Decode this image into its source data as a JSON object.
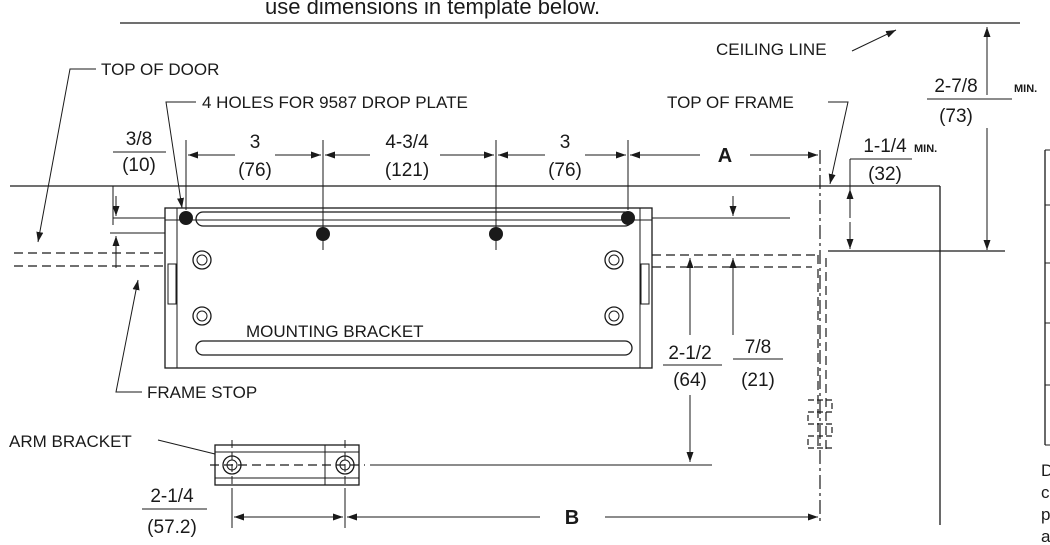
{
  "header_text": "use dimensions in template below.",
  "labels": {
    "ceiling_line": "CEILING LINE",
    "top_of_door": "TOP OF DOOR",
    "holes": "4 HOLES FOR 9587 DROP PLATE",
    "top_of_frame": "TOP OF FRAME",
    "mounting_bracket": "MOUNTING BRACKET",
    "frame_stop": "FRAME STOP",
    "arm_bracket": "ARM BRACKET",
    "dim_a": "A",
    "dim_b": "B",
    "min": "MIN."
  },
  "dimensions": {
    "d_3_8": {
      "inch": "3/8",
      "mm": "(10)"
    },
    "d_3_left": {
      "inch": "3",
      "mm": "(76)"
    },
    "d_4_3_4": {
      "inch": "4-3/4",
      "mm": "(121)"
    },
    "d_3_right": {
      "inch": "3",
      "mm": "(76)"
    },
    "d_1_1_4": {
      "inch": "1-1/4",
      "mm": "(32)"
    },
    "d_2_7_8": {
      "inch": "2-7/8",
      "mm": "(73)"
    },
    "d_2_1_2": {
      "inch": "2-1/2",
      "mm": "(64)"
    },
    "d_7_8": {
      "inch": "7/8",
      "mm": "(21)"
    },
    "d_2_1_4": {
      "inch": "2-1/4",
      "mm": "(57.2)"
    }
  },
  "side_note_fragments": [
    "D",
    "c",
    "p",
    "a"
  ]
}
